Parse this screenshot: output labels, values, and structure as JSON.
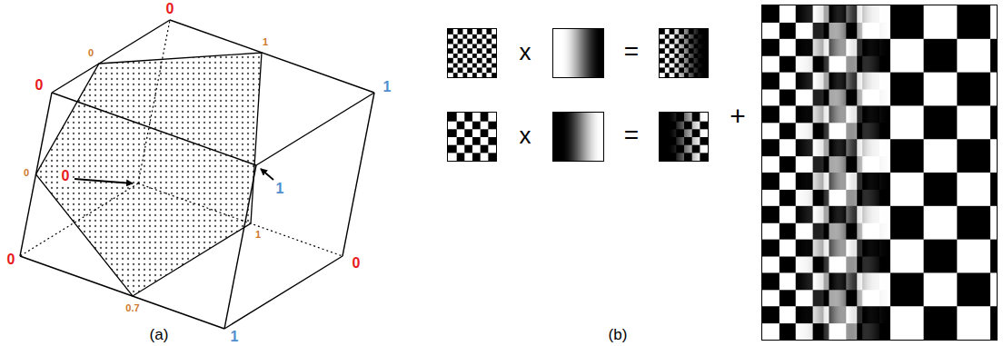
{
  "diagram": {
    "labels": [
      "0",
      "0",
      "1",
      "0",
      "1",
      "1",
      "0",
      "0",
      "0",
      "1",
      "0",
      "0.7",
      "1",
      "(a)",
      "x",
      "=",
      "x",
      "=",
      "+",
      "(b)"
    ]
  }
}
